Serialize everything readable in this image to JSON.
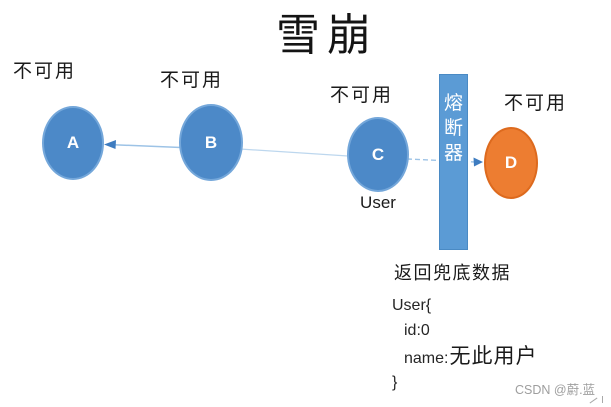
{
  "title": "雪崩",
  "nodes": [
    {
      "label": "A",
      "status": "不可用"
    },
    {
      "label": "B",
      "status": "不可用"
    },
    {
      "label": "C",
      "status": "不可用",
      "caption": "User"
    },
    {
      "label": "D",
      "status": "不可用"
    }
  ],
  "breaker": {
    "label": "熔断器",
    "chars": [
      "熔",
      "断",
      "器"
    ]
  },
  "fallback": {
    "heading": "返回兜底数据",
    "code_open": "User{",
    "code_id": "id:0",
    "code_name_key": "name:",
    "code_name_value": "无此用户",
    "code_close": "}"
  },
  "watermark": "CSDN @蔚.蓝",
  "colors": {
    "node_blue": "#4C89C8",
    "node_blue_border": "#74A7DA",
    "node_orange": "#ED7D31",
    "node_orange_border": "#DD6A1E",
    "breaker_fill": "#5B9BD5",
    "breaker_border": "#4A8AC4",
    "connector": "#9DC3E6",
    "connector_light": "#BDD7EE",
    "arrowhead": "#3E7CC0",
    "text_dark": "#1A1A1A",
    "watermark_gray": "#9E9E9E"
  }
}
